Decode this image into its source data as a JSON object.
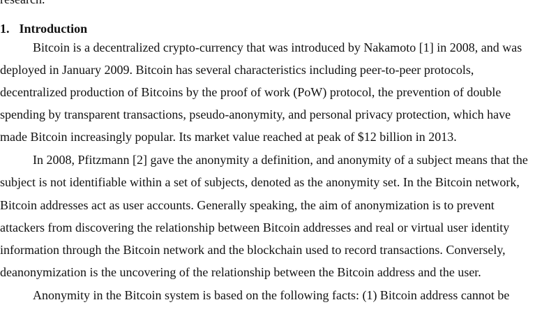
{
  "prev_tail": "research.",
  "section": {
    "number": "1.",
    "title": "Introduction"
  },
  "paragraphs": [
    {
      "lines": [
        "Bitcoin is a decentralized crypto-currency that was introduced by Nakamoto [1] in 2008, and was",
        "deployed in January 2009. Bitcoin has several characteristics including peer-to-peer protocols,",
        "decentralized production of Bitcoins by the proof of work (PoW) protocol, the prevention of double",
        "spending by transparent transactions, pseudo-anonymity, and personal privacy protection, which have",
        "made Bitcoin increasingly popular. Its market value reached at peak of $12 billion in 2013."
      ]
    },
    {
      "lines": [
        "In 2008, Pfitzmann [2] gave the anonymity a definition, and anonymity of a subject means that the",
        "subject is not identifiable within a set of subjects, denoted as the anonymity set. In the Bitcoin network,",
        "Bitcoin addresses act as user accounts. Generally speaking, the aim of anonymization is to prevent",
        "attackers from discovering the relationship between Bitcoin addresses and real or virtual user identity",
        "information through the Bitcoin network and the blockchain used to record transactions. Conversely,",
        "deanonymization is the uncovering of the relationship between the Bitcoin address and the user."
      ]
    },
    {
      "lines": [
        "Anonymity in the Bitcoin system is based on the following facts: (1) Bitcoin address cannot be"
      ]
    }
  ]
}
